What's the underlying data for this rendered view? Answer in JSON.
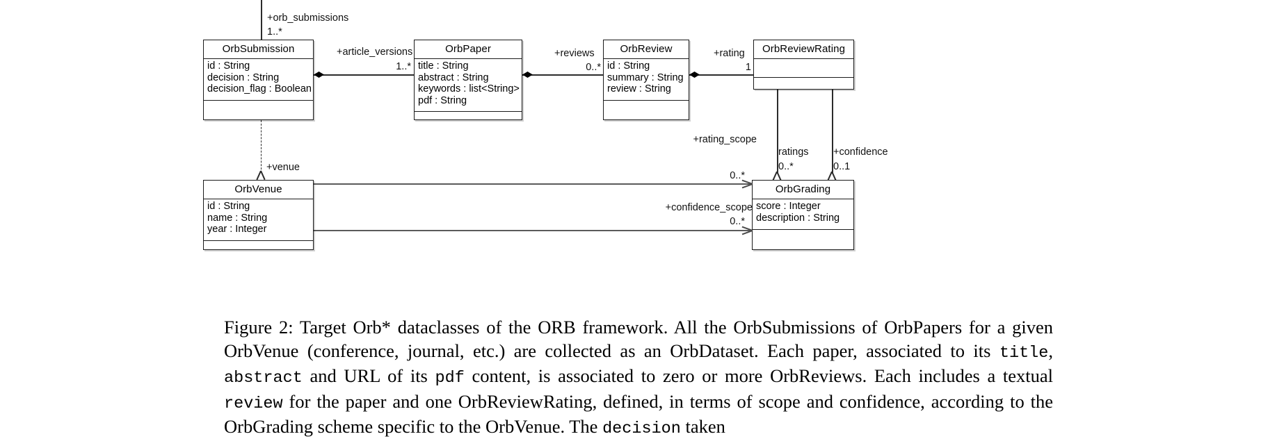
{
  "figure": {
    "label": "Figure 2:",
    "caption_segments": [
      {
        "type": "text",
        "value": "Figure 2: Target Orb* dataclasses of the ORB framework. All the OrbSubmissions of OrbPapers for a given OrbVenue (conference, journal, etc.) are collected as an OrbDataset. Each paper, associated to its "
      },
      {
        "type": "mono",
        "value": "title"
      },
      {
        "type": "text",
        "value": ", "
      },
      {
        "type": "mono",
        "value": "abstract"
      },
      {
        "type": "text",
        "value": " and URL of its "
      },
      {
        "type": "mono",
        "value": "pdf"
      },
      {
        "type": "text",
        "value": " content, is associated to zero or more OrbReviews. Each includes a textual "
      },
      {
        "type": "mono",
        "value": "review"
      },
      {
        "type": "text",
        "value": " for the paper and one OrbReviewRating, defined, in terms of scope and confidence, according to the OrbGrading scheme specific to the OrbVenue. The "
      },
      {
        "type": "mono",
        "value": "decision"
      },
      {
        "type": "text",
        "value": " taken"
      }
    ]
  },
  "classes": {
    "orb_submission": {
      "name": "OrbSubmission",
      "attributes": [
        "id : String",
        "decision : String",
        "decision_flag : Boolean"
      ],
      "operations": []
    },
    "orb_paper": {
      "name": "OrbPaper",
      "attributes": [
        "title : String",
        "abstract : String",
        "keywords : list<String>",
        "pdf : String"
      ],
      "operations": []
    },
    "orb_review": {
      "name": "OrbReview",
      "attributes": [
        "id : String",
        "summary : String",
        "review : String"
      ],
      "operations": []
    },
    "orb_review_rating": {
      "name": "OrbReviewRating",
      "attributes": [],
      "operations": []
    },
    "orb_venue": {
      "name": "OrbVenue",
      "attributes": [
        "id : String",
        "name : String",
        "year : Integer"
      ],
      "operations": []
    },
    "orb_grading": {
      "name": "OrbGrading",
      "attributes": [
        "score : Integer",
        "description : String"
      ],
      "operations": []
    }
  },
  "associations": {
    "orb_submissions": {
      "role": "+orb_submissions",
      "multiplicity": "1..*"
    },
    "article_versions": {
      "role": "+article_versions",
      "multiplicity": "1..*"
    },
    "reviews": {
      "role": "+reviews",
      "multiplicity": "0..*"
    },
    "rating": {
      "role": "+rating",
      "multiplicity": "1"
    },
    "venue": {
      "role": "+venue",
      "multiplicity": ""
    },
    "rating_scope": {
      "role": "+rating_scope",
      "multiplicity": "0..*"
    },
    "confidence_scope": {
      "role": "+confidence_scope",
      "multiplicity": "0..*"
    },
    "ratings": {
      "role": "ratings",
      "multiplicity": "0..*"
    },
    "confidence": {
      "role": "+confidence",
      "multiplicity": "0..1"
    }
  },
  "colors": {
    "stroke": "#1a1a1a",
    "connector": "#2b2b2b",
    "thick_connector": "#5a5a5a",
    "background": "#ffffff"
  }
}
